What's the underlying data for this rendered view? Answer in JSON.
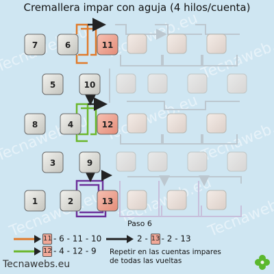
{
  "title": "Cremallera impar con aguja (4 hilos/cuenta)",
  "step_label": "Paso 6",
  "watermark": "Tecnaweb.eu",
  "brand": "Tecnawebs.eu",
  "beads": [
    {
      "num": "7",
      "state": "normal"
    },
    {
      "num": "6",
      "state": "normal"
    },
    {
      "num": "11",
      "state": "highlight"
    },
    {
      "num": "5",
      "state": "normal"
    },
    {
      "num": "10",
      "state": "normal"
    },
    {
      "num": "8",
      "state": "normal"
    },
    {
      "num": "4",
      "state": "normal"
    },
    {
      "num": "12",
      "state": "highlight"
    },
    {
      "num": "3",
      "state": "normal"
    },
    {
      "num": "9",
      "state": "normal"
    },
    {
      "num": "1",
      "state": "normal"
    },
    {
      "num": "2",
      "state": "normal"
    },
    {
      "num": "13",
      "state": "highlight"
    }
  ],
  "legend": [
    {
      "color": "#e07a2a",
      "bead": "11",
      "text": "- 6 - 11 - 10"
    },
    {
      "color": "#6ab62a",
      "bead": "12",
      "text": "- 4 - 12 - 9"
    },
    {
      "color": "#222222",
      "prefix": "2 -",
      "bead": "13",
      "text": "- 2 - 13"
    }
  ],
  "note": [
    "Repetir en las cuentas impares",
    "de todas las vueltas"
  ],
  "colors": {
    "orange": "#e07a2a",
    "green": "#6ab62a",
    "purple": "#6b2f9a",
    "black": "#222222",
    "bead_normal": "#d9d9d4",
    "bead_highlight": "#f0a898",
    "background": "#cfe6f2"
  }
}
